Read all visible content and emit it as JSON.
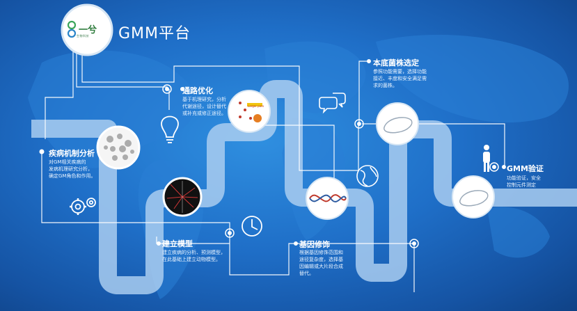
{
  "logo": {
    "text": "一兮",
    "subtext": "生物科技"
  },
  "title": "GMM平台",
  "nodes": {
    "pathway": {
      "title": "通路优化",
      "desc": "基于机理研究，分析\n代谢途径，设计替代\n或补充或修正途径。"
    },
    "disease": {
      "title": "疾病机制分析",
      "desc": "对GM相关疾病的\n发病机理研究分析，\n确定GM角色和作用。"
    },
    "model": {
      "title": "建立模型",
      "desc": "建立疾病的分析、预测模型，\n在此基础上建立动物模型。"
    },
    "gene": {
      "title": "基因修饰",
      "desc": "根据基因修饰范围和\n途径复杂度，选择基\n因编辑或大片段合成\n替代。"
    },
    "strain": {
      "title": "本底菌株选定",
      "desc": "参照功能需要，选择功能\n接近、丰度和安全满足需\n求的菌株。"
    },
    "validate": {
      "title": "GMM验证",
      "desc": "功能验证，安全\n控制元件测定"
    }
  },
  "figure_labels": {
    "reaction_tag": "Larger pore"
  },
  "colors": {
    "bg": "#1f6fc8",
    "pipe": "#bcd7f2",
    "line": "#ffffff"
  }
}
